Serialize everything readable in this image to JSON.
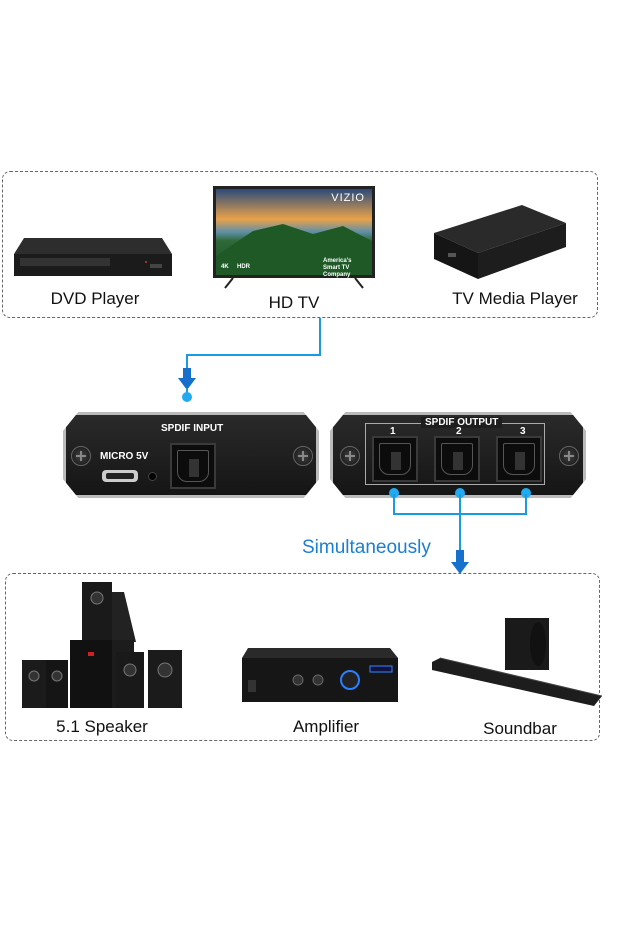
{
  "sources": {
    "items": [
      {
        "label": "DVD Player",
        "icon": "dvd-player-icon"
      },
      {
        "label": "HD TV",
        "icon": "tv-icon",
        "screen_brand": "VIZIO",
        "screen_badges": [
          "4K",
          "HDR"
        ],
        "screen_tagline": "America's Smart TV Company"
      },
      {
        "label": "TV Media Player",
        "icon": "media-player-icon"
      }
    ]
  },
  "splitter": {
    "input_panel": {
      "title": "SPDIF INPUT",
      "power_label": "MICRO 5V"
    },
    "output_panel": {
      "title": "SPDIF OUTPUT",
      "ports": [
        "1",
        "2",
        "3"
      ]
    }
  },
  "annotation": {
    "text": "Simultaneously",
    "color": "#1a7fd4"
  },
  "outputs": {
    "items": [
      {
        "label": "5.1 Speaker",
        "icon": "speaker-system-icon"
      },
      {
        "label": "Amplifier",
        "icon": "amplifier-icon"
      },
      {
        "label": "Soundbar",
        "icon": "soundbar-icon"
      }
    ]
  },
  "colors": {
    "connector": "#1a9be0",
    "arrow": "#1670cc"
  }
}
